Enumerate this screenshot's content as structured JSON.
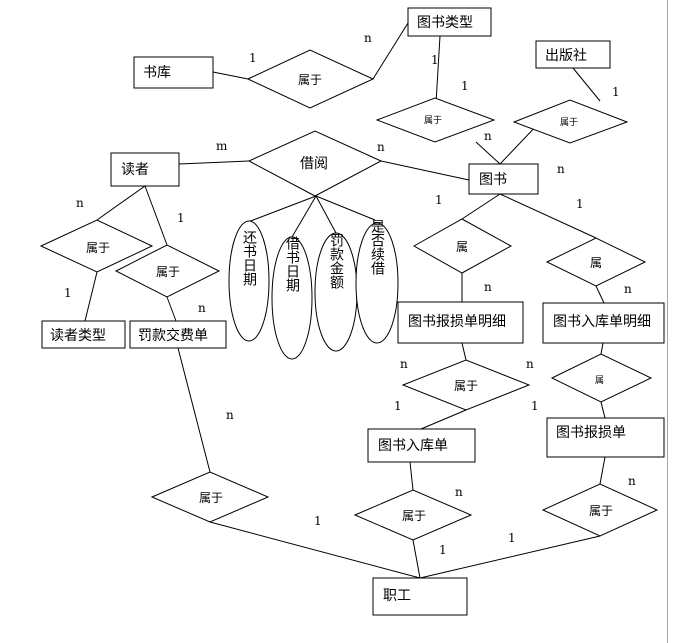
{
  "entities": {
    "shuku": "书库",
    "tushu_leixing": "图书类型",
    "chubanshe": "出版社",
    "duzhe": "读者",
    "tushu": "图书",
    "duzhe_leixing": "读者类型",
    "fakuan_jiaofeidan": "罚款交费单",
    "baosun_mingxi": "图书报损单明细",
    "ruku_mingxi": "图书入库单明细",
    "ruku_dan": "图书入库单",
    "baosun_dan": "图书报损单",
    "zhigong": "职工"
  },
  "relationships": {
    "shuyu_shuku": "属于",
    "shu_leixing": "属于",
    "shu_chubanshe": "属于",
    "jieyue": "借阅",
    "shu_duzhe_leixing": "属于",
    "shu_fakuan": "属于",
    "shu_baosun_mingxi": "属",
    "shu_ruku_mingxi": "属",
    "shu_mingxi_ruku": "属于",
    "shu_mingxi_baosun": "属",
    "shu_fakuan_zhigong": "属于",
    "shu_ruku_zhigong": "属于",
    "shu_baosun_zhigong": "属于"
  },
  "attributes": [
    "还书日期",
    "借书日期",
    "罚款金额",
    "是否续借"
  ],
  "cardinalities": {
    "c1": "1",
    "c2": "n",
    "c3": "1",
    "c4": "n",
    "c5": "1",
    "c6": "n",
    "c7": "m",
    "c8": "n",
    "c9": "n",
    "c10": "1",
    "c11": "1",
    "c12": "n",
    "c13": "1",
    "c14": "1",
    "c15": "n",
    "c16": "n",
    "c17": "n",
    "c18": "n",
    "c19": "1",
    "c20": "1",
    "c21": "n",
    "c22": "1",
    "c23": "n",
    "c24": "1",
    "c25": "n",
    "c26": "1",
    "c27": "1"
  }
}
